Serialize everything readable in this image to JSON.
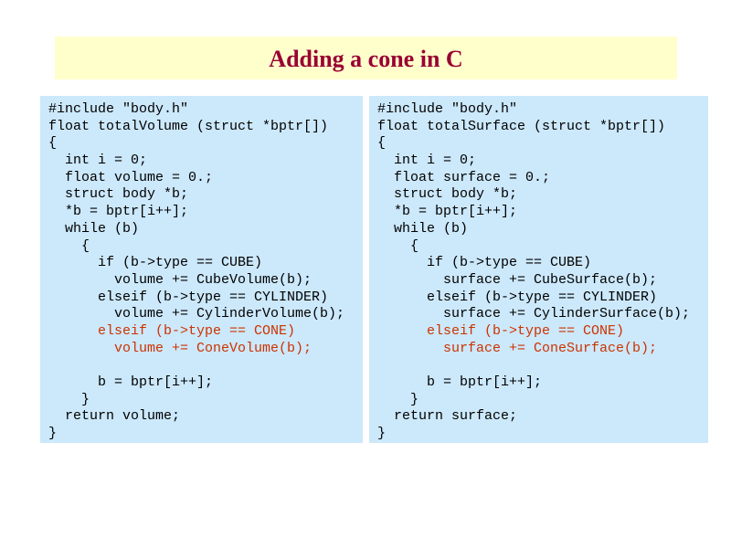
{
  "slide": {
    "title": "Adding a cone in C"
  },
  "colors": {
    "title_bg": "#ffffcc",
    "title_text": "#990033",
    "panel_bg": "#cce8fb",
    "code_text": "#000000",
    "highlight_text": "#cc3300"
  },
  "left_code": [
    {
      "text": "#include \"body.h\"",
      "highlight": false
    },
    {
      "text": "float totalVolume (struct *bptr[])",
      "highlight": false
    },
    {
      "text": "{",
      "highlight": false
    },
    {
      "text": "  int i = 0;",
      "highlight": false
    },
    {
      "text": "  float volume = 0.;",
      "highlight": false
    },
    {
      "text": "  struct body *b;",
      "highlight": false
    },
    {
      "text": "  *b = bptr[i++];",
      "highlight": false
    },
    {
      "text": "  while (b)",
      "highlight": false
    },
    {
      "text": "    {",
      "highlight": false
    },
    {
      "text": "      if (b->type == CUBE)",
      "highlight": false
    },
    {
      "text": "        volume += CubeVolume(b);",
      "highlight": false
    },
    {
      "text": "      elseif (b->type == CYLINDER)",
      "highlight": false
    },
    {
      "text": "        volume += CylinderVolume(b);",
      "highlight": false
    },
    {
      "text": "      elseif (b->type == CONE)",
      "highlight": true
    },
    {
      "text": "        volume += ConeVolume(b);",
      "highlight": true
    },
    {
      "text": "",
      "highlight": false
    },
    {
      "text": "      b = bptr[i++];",
      "highlight": false
    },
    {
      "text": "    }",
      "highlight": false
    },
    {
      "text": "  return volume;",
      "highlight": false
    },
    {
      "text": "}",
      "highlight": false
    }
  ],
  "right_code": [
    {
      "text": "#include \"body.h\"",
      "highlight": false
    },
    {
      "text": "float totalSurface (struct *bptr[])",
      "highlight": false
    },
    {
      "text": "{",
      "highlight": false
    },
    {
      "text": "  int i = 0;",
      "highlight": false
    },
    {
      "text": "  float surface = 0.;",
      "highlight": false
    },
    {
      "text": "  struct body *b;",
      "highlight": false
    },
    {
      "text": "  *b = bptr[i++];",
      "highlight": false
    },
    {
      "text": "  while (b)",
      "highlight": false
    },
    {
      "text": "    {",
      "highlight": false
    },
    {
      "text": "      if (b->type == CUBE)",
      "highlight": false
    },
    {
      "text": "        surface += CubeSurface(b);",
      "highlight": false
    },
    {
      "text": "      elseif (b->type == CYLINDER)",
      "highlight": false
    },
    {
      "text": "        surface += CylinderSurface(b);",
      "highlight": false
    },
    {
      "text": "      elseif (b->type == CONE)",
      "highlight": true
    },
    {
      "text": "        surface += ConeSurface(b);",
      "highlight": true
    },
    {
      "text": "",
      "highlight": false
    },
    {
      "text": "      b = bptr[i++];",
      "highlight": false
    },
    {
      "text": "    }",
      "highlight": false
    },
    {
      "text": "  return surface;",
      "highlight": false
    },
    {
      "text": "}",
      "highlight": false
    }
  ]
}
